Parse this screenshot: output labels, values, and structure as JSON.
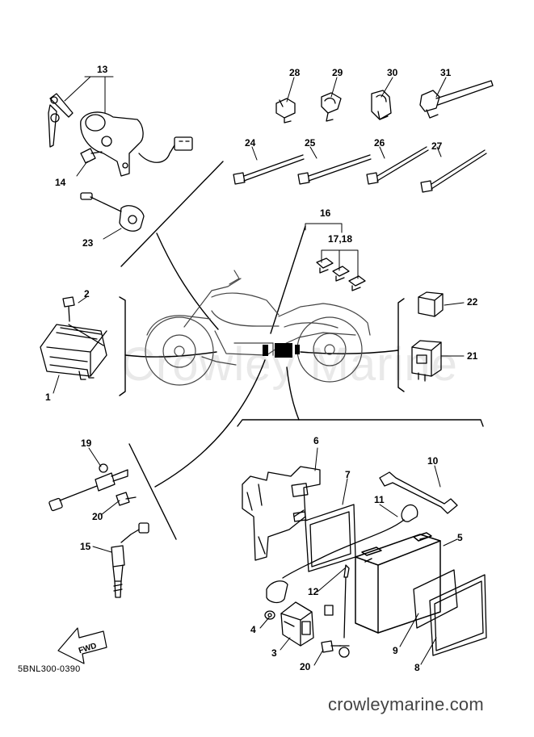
{
  "diagram": {
    "code": "5BNL300-0390",
    "website": "crowleymarine.com",
    "watermark": "Crowley Marine",
    "fwd_label": "FWD",
    "callouts": {
      "c1": "1",
      "c2": "2",
      "c3": "3",
      "c4": "4",
      "c5": "5",
      "c6": "6",
      "c7": "7",
      "c8": "8",
      "c9": "9",
      "c10": "10",
      "c11": "11",
      "c12": "12",
      "c13": "13",
      "c14": "14",
      "c15": "15",
      "c16": "16",
      "c17_18": "17,18",
      "c19": "19",
      "c20a": "20",
      "c20b": "20",
      "c21": "21",
      "c22": "22",
      "c23": "23",
      "c24": "24",
      "c25": "25",
      "c26": "26",
      "c27": "27",
      "c28": "28",
      "c29": "29",
      "c30": "30",
      "c31": "31"
    }
  }
}
